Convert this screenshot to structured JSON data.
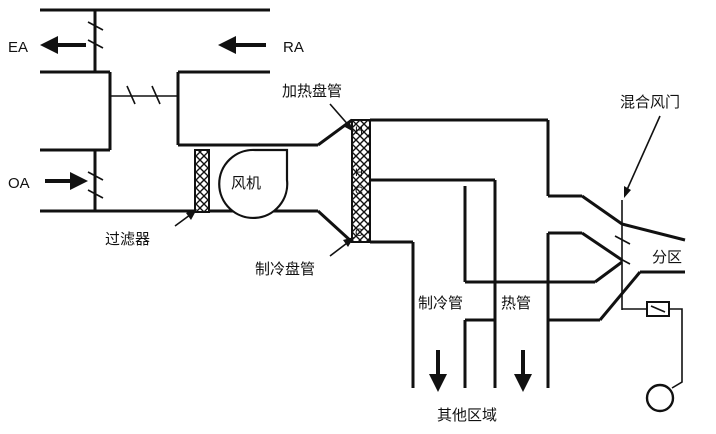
{
  "labels": {
    "ea": "EA",
    "ra": "RA",
    "oa": "OA",
    "filter": "过滤器",
    "fan": "风机",
    "heating_coil": "加热盘管",
    "cooling_coil": "制冷盘管",
    "coil_h": "H",
    "coil_c": "C",
    "mixing_damper": "混合风门",
    "zone": "分区",
    "cold_duct": "制冷管",
    "hot_duct": "热管",
    "other_zones": "其他区域"
  },
  "colors": {
    "line": "#111111",
    "background": "#ffffff"
  }
}
